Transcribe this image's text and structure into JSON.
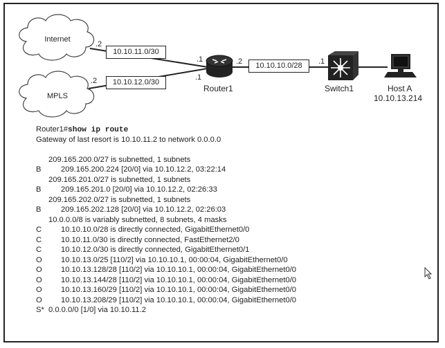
{
  "topology": {
    "internet_label": "Internet",
    "mpls_label": "MPLS",
    "internet_port": ".2",
    "mpls_port": ".2",
    "link_internet": "10.10.11.0/30",
    "link_mpls": "10.10.12.0/30",
    "router_port_internet": ".1",
    "router_port_mpls": ".1",
    "router_port_switch": ".2",
    "router_label": "Router1",
    "link_switch": "10.10.10.0/28",
    "switch_port": ".1",
    "switch_label": "Switch1",
    "host_label": "Host A",
    "host_ip": "10.10.13.214"
  },
  "output": {
    "prompt": "Router1#",
    "command": "show ip route",
    "gateway": "Gateway of last resort is 10.10.11.2 to network 0.0.0.0",
    "lines": [
      {
        "code": "",
        "text": "209.165.200.0/27 is subnetted, 1 subnets"
      },
      {
        "code": "B",
        "text": "209.165.200.224 [20/0] via 10.10.12.2, 03:22:14"
      },
      {
        "code": "",
        "text": "209.165.201.0/27 is subnetted, 1 subnets"
      },
      {
        "code": "B",
        "text": "209.165.201.0 [20/0] via 10.10.12.2, 02:26:33"
      },
      {
        "code": "",
        "text": "209.165.202.0/27 is subnetted, 1 subnets"
      },
      {
        "code": "B",
        "text": "209.165.202.128 [20/0] via 10.10.12.2, 02:26:03"
      },
      {
        "code": "",
        "text": "10.0.0.0/8 is variably subnetted, 8 subnets, 4 masks"
      },
      {
        "code": "C",
        "text": "10.10.10.0/28 is directly connected, GigabitEthernet0/0"
      },
      {
        "code": "C",
        "text": "10.10.11.0/30 is directly connected, FastEthernet2/0"
      },
      {
        "code": "C",
        "text": "10.10.12.0/30 is directly connected, GigabitEthernet0/1"
      },
      {
        "code": "O",
        "text": "10.10.13.0/25 [110/2] via 10.10.10.1, 00:00:04, GigabitEthernet0/0"
      },
      {
        "code": "O",
        "text": "10.10.13.128/28 [110/2] via 10.10.10.1, 00:00:04, GigabitEthernet0/0"
      },
      {
        "code": "O",
        "text": "10.10.13.144/28 [110/2] via 10.10.10.1, 00:00:04, GigabitEthernet0/0"
      },
      {
        "code": "O",
        "text": "10.10.13.160/29 [110/2] via 10.10.10.1, 00:00:04, GigabitEthernet0/0"
      },
      {
        "code": "O",
        "text": "10.10.13.208/29 [110/2] via 10.10.10.1, 00:00:04, GigabitEthernet0/0"
      },
      {
        "code": "S*",
        "text": "0.0.0.0/0 [1/0] via 10.10.11.2"
      }
    ]
  }
}
